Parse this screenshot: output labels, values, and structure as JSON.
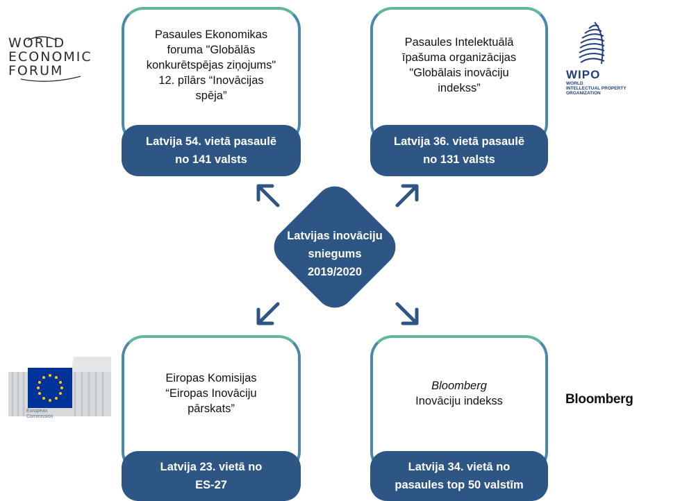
{
  "center": {
    "lines": [
      "Latvijas inovāciju",
      "sniegums",
      "2019/2020"
    ]
  },
  "cards": [
    {
      "id": "wef",
      "lines": [
        "Pasaules Ekonomikas",
        "foruma \"Globālās",
        "konkurētspējas ziņojums\"",
        "12. pīlārs “Inovācijas",
        "spēja”"
      ],
      "badge": [
        "Latvija 54. vietā pasaulē",
        "no 141 valsts"
      ]
    },
    {
      "id": "wipo",
      "lines": [
        "Pasaules Intelektuālā",
        "īpašuma organizācijas",
        "\"Globālais inovāciju",
        "indekss”"
      ],
      "badge": [
        "Latvija 36. vietā pasaulē",
        "no 131 valsts"
      ]
    },
    {
      "id": "ec",
      "lines": [
        "Eiropas Komisijas",
        "“Eiropas Inovāciju",
        "pārskats”"
      ],
      "badge": [
        "Latvija 23. vietā no",
        "ES-27"
      ]
    },
    {
      "id": "bloomberg",
      "lines_italic": "Bloomberg",
      "lines": [
        "Inovāciju indekss"
      ],
      "badge": [
        "Latvija 34. vietā no",
        "pasaules top 50 valstīm"
      ]
    }
  ],
  "logos": {
    "wef": {
      "lines": [
        "WORLD",
        "ECONOMIC",
        "FORUM"
      ],
      "icon": "wef-logo"
    },
    "wipo": {
      "word": "WIPO",
      "sub": [
        "WORLD",
        "INTELLECTUAL PROPERTY",
        "ORGANIZATION"
      ],
      "icon": "wipo-globe-logo"
    },
    "ec": {
      "caption": [
        "European",
        "Commission"
      ],
      "icon": "eu-flag-building-logo"
    },
    "bloomberg": {
      "word": "Bloomberg",
      "icon": "bloomberg-wordmark"
    }
  },
  "colors": {
    "badge": "#2e5685",
    "border_top": "#5fb79d",
    "border_bottom": "#4a88ab",
    "arrow": "#2e5685"
  }
}
